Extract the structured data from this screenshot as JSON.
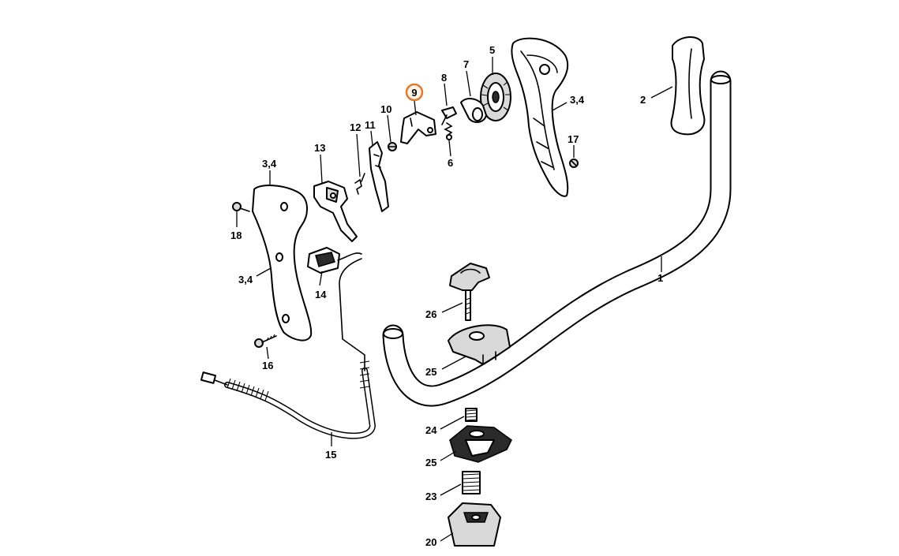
{
  "callouts": {
    "c1": "1",
    "c2": "2",
    "c34_top_right": "3,4",
    "c5": "5",
    "c6": "6",
    "c7": "7",
    "c8": "8",
    "c9": "9",
    "c10": "10",
    "c11": "11",
    "c12": "12",
    "c13": "13",
    "c34_top_left": "3,4",
    "c34_left": "3,4",
    "c14": "14",
    "c15": "15",
    "c16": "16",
    "c17": "17",
    "c18": "18",
    "c20": "20",
    "c23": "23",
    "c24": "24",
    "c25_upper": "25",
    "c25_lower": "25",
    "c26": "26"
  },
  "highlight": {
    "callout": "9",
    "ring_color": "#e37a2a"
  },
  "colors": {
    "line": "#000000",
    "fill": "#ffffff",
    "shade": "#d9d9d9"
  }
}
